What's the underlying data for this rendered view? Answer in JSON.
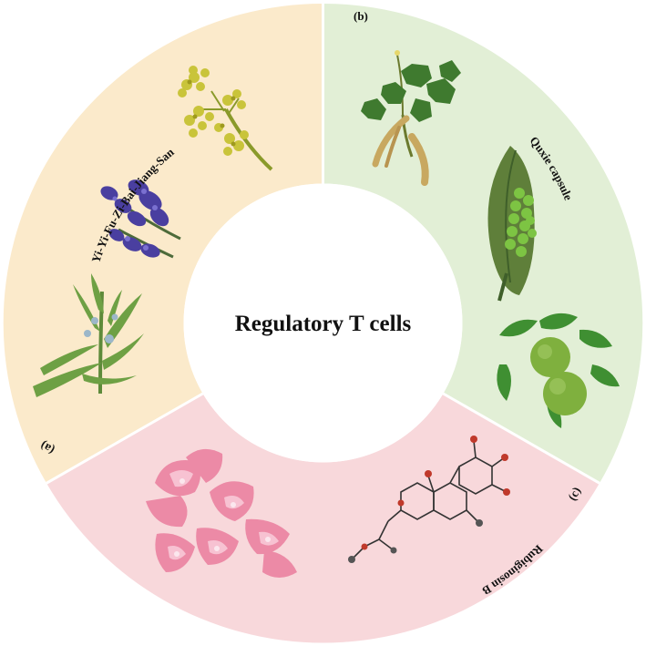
{
  "center": {
    "title": "Regulatory T cells"
  },
  "segments": [
    {
      "id": "a",
      "panel_label": "(a)",
      "name": "Yi-Yi-Fu-Zi-Bai-Jiang-San",
      "color": "#fbeacb",
      "images": [
        "yellow-flower-cluster",
        "purple-flower-spike",
        "green-herb-plant"
      ]
    },
    {
      "id": "b",
      "panel_label": "(b)",
      "name": "Quxie capsule",
      "color": "#e2efd6",
      "images": [
        "herb-with-roots",
        "green-seed-pod",
        "green-fruit-branch"
      ]
    },
    {
      "id": "c",
      "panel_label": "(c)",
      "name": "Rubiginosin B",
      "color": "#f8d8db",
      "images": [
        "pink-flower",
        "chemical-structure"
      ]
    }
  ],
  "colors": {
    "divider": "#ffffff",
    "center": "#ffffff",
    "text": "#111111"
  }
}
